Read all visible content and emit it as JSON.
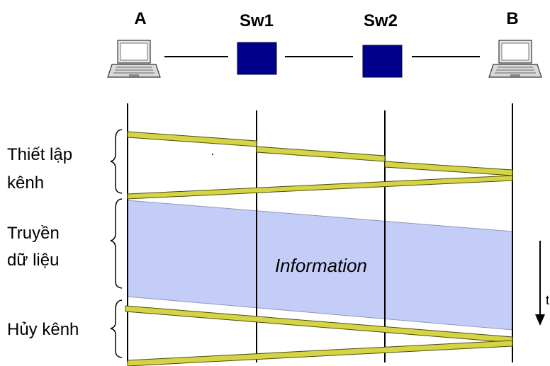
{
  "nodes": {
    "a": "A",
    "sw1": "Sw1",
    "sw2": "Sw2",
    "b": "B"
  },
  "phases": {
    "setup": [
      "Thiết lập",
      "kênh"
    ],
    "transfer": [
      "Truyền",
      "dữ liệu"
    ],
    "teardown": [
      "Hủy kênh"
    ]
  },
  "data_block_label": "Information",
  "time_axis_label": "t",
  "icons": {
    "host": "laptop-icon",
    "switch": "switch-box-icon"
  },
  "colors": {
    "switch_fill": "#00008B",
    "signal_fill": "#D4D444",
    "signal_stroke": "#4D4D10",
    "data_fill": "#C3CDF8",
    "line": "#000000"
  }
}
